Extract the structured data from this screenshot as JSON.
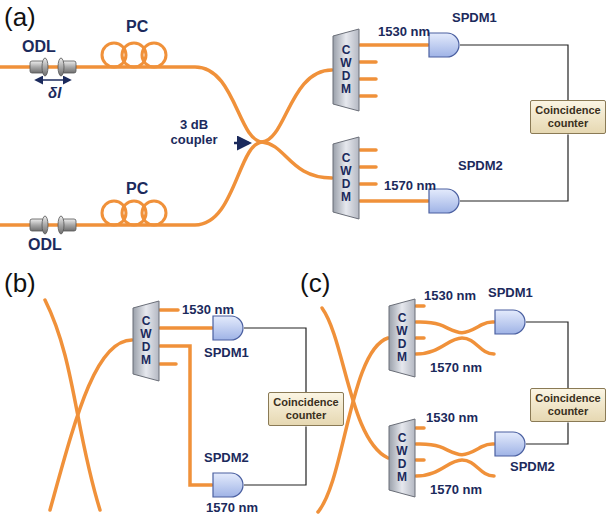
{
  "diagram": {
    "nodes": [
      {
        "text": [
          "CWDM"
        ]
      },
      {
        "text": [
          "CWDM"
        ]
      },
      {
        "text": [
          "SPDM1"
        ]
      },
      {
        "text": [
          "SPDM2"
        ]
      },
      {
        "text": [
          "Coincidence counter"
        ]
      },
      {
        "text": [
          "CWDM"
        ]
      },
      {
        "text": [
          "SPDM1"
        ]
      },
      {
        "text": [
          "SPDM2"
        ]
      },
      {
        "text": [
          "Coincidence counter"
        ]
      },
      {
        "text": [
          "CWDM"
        ]
      },
      {
        "text": [
          "CWDM"
        ]
      },
      {
        "text": [
          "SPDM1"
        ]
      },
      {
        "text": [
          "SPDM2"
        ]
      },
      {
        "text": [
          "Coincidence counter"
        ]
      }
    ],
    "edges": [
      {
        "from": 0,
        "to": 2,
        "arrow": "none"
      },
      {
        "from": 1,
        "to": 3,
        "arrow": "none"
      },
      {
        "from": 2,
        "to": 4,
        "arrow": "none"
      },
      {
        "from": 3,
        "to": 4,
        "arrow": "none"
      },
      {
        "from": 5,
        "to": 6,
        "arrow": "none"
      },
      {
        "from": 5,
        "to": 7,
        "arrow": "none"
      },
      {
        "from": 6,
        "to": 8,
        "arrow": "none"
      },
      {
        "from": 7,
        "to": 8,
        "arrow": "none"
      },
      {
        "from": 9,
        "to": 11,
        "arrow": "none"
      },
      {
        "from": 10,
        "to": 12,
        "arrow": "none"
      },
      {
        "from": 11,
        "to": 13,
        "arrow": "none"
      },
      {
        "from": 12,
        "to": 13,
        "arrow": "none"
      }
    ],
    "labels": [
      "(a)",
      "ODL",
      "PC",
      "δl",
      "3 dB coupler",
      "ODL",
      "PC",
      "1530 nm",
      "1570 nm",
      "(b)",
      "1530 nm",
      "1570 nm",
      "(c)",
      "1530 nm",
      "1570 nm",
      "1530 nm",
      "1570 nm"
    ]
  }
}
